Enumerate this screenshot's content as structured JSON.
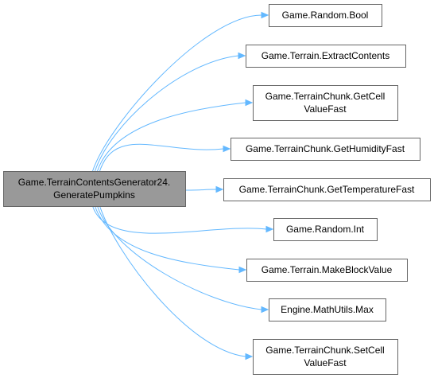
{
  "diagram": {
    "caller": {
      "lines": [
        "Game.TerrainContentsGenerator24.",
        "GeneratePumpkins"
      ]
    },
    "callees": [
      {
        "id": "random-bool",
        "lines": [
          "Game.Random.Bool"
        ]
      },
      {
        "id": "terrain-extract-contents",
        "lines": [
          "Game.Terrain.ExtractContents"
        ]
      },
      {
        "id": "terrainchunk-get-cell-value-fast",
        "lines": [
          "Game.TerrainChunk.GetCell",
          "ValueFast"
        ]
      },
      {
        "id": "terrainchunk-get-humidity-fast",
        "lines": [
          "Game.TerrainChunk.GetHumidityFast"
        ]
      },
      {
        "id": "terrainchunk-get-temperature-fast",
        "lines": [
          "Game.TerrainChunk.GetTemperatureFast"
        ]
      },
      {
        "id": "random-int",
        "lines": [
          "Game.Random.Int"
        ]
      },
      {
        "id": "terrain-make-block-value",
        "lines": [
          "Game.Terrain.MakeBlockValue"
        ]
      },
      {
        "id": "mathutils-max",
        "lines": [
          "Engine.MathUtils.Max"
        ]
      },
      {
        "id": "terrainchunk-set-cell-value-fast",
        "lines": [
          "Game.TerrainChunk.SetCell",
          "ValueFast"
        ]
      }
    ],
    "colors": {
      "edge": "#63b8ff",
      "root_fill": "#999999",
      "node_fill": "#ffffff",
      "node_border": "#666666"
    }
  }
}
